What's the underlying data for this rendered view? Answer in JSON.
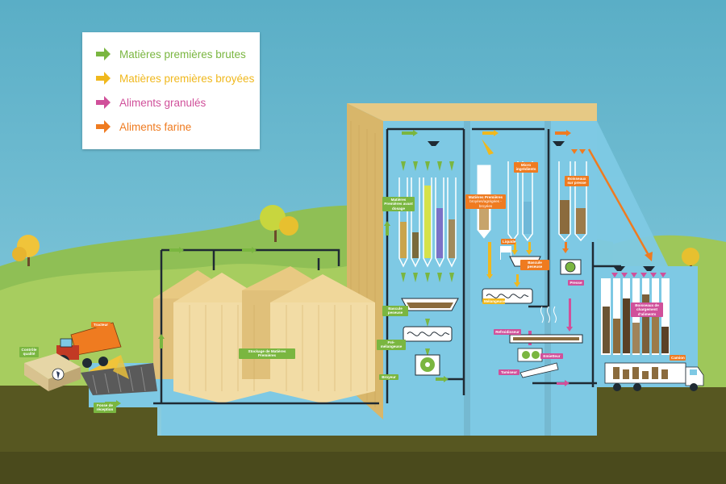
{
  "legend": {
    "items": [
      {
        "label": "Matières premières brutes",
        "color": "#7ab640"
      },
      {
        "label": "Matières premières broyées",
        "color": "#f0b81d"
      },
      {
        "label": "Aliments granulés",
        "color": "#d0509a"
      },
      {
        "label": "Aliments farine",
        "color": "#ef7b20"
      }
    ]
  },
  "labels": {
    "controle_qualite": "Contrôle qualité",
    "tracteur": "Tracteur",
    "fosse_reception": "Fosse de réception",
    "stockage": "Stockage de Matières Premières",
    "mp_avant_dosage": "Matières Premières avant dosage",
    "bascule_peseuse_1": "Bascule peseuse",
    "pre_melangeuse": "Pré-mélangeuse",
    "broyeur": "Broyeur",
    "mp_broyees": "Matières Premières",
    "mp_broyees_sub": "broyées/agrégées - broyées",
    "micro_ingredients": "Micro ingrédients",
    "liquide": "Liquide",
    "bascule_peseuse_2": "Bascule peseuse",
    "melangeuse": "Mélangeuse",
    "boisseaux_presse": "Boisseaux sur presse",
    "presse": "Presse",
    "refroidisseur": "Refroidisseur",
    "emietteur": "Emietteur",
    "tamiseur": "Tamiseur",
    "boisseaux_chargement": "Boisseaux de chargement d'aliments",
    "camion": "Camion"
  },
  "colors": {
    "sky": "#5fb3c9",
    "water": "#7ec9e4",
    "ground": "#5a5a24",
    "building": "#e2c47d",
    "silo": "#f0d79a"
  }
}
